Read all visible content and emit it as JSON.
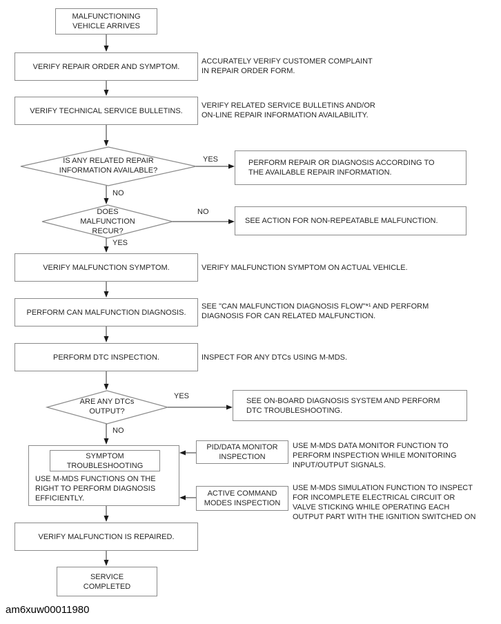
{
  "diagram": {
    "title_hint": "vehicle malfunction diagnosis flowchart",
    "footer_code": "am6xuw00011980",
    "colors": {
      "ink": "#262626",
      "box_border": "#8a8a8a",
      "arrow": "#1c1c1c",
      "background": "#ffffff"
    },
    "nodes": {
      "start": "MALFUNCTIONING\nVEHICLE ARRIVES",
      "verify_order": "VERIFY REPAIR ORDER AND SYMPTOM.",
      "verify_tsb": "VERIFY TECHNICAL SERVICE BULLETINS.",
      "decision_repair_info": "IS ANY RELATED REPAIR\nINFORMATION AVAILABLE?",
      "perform_repair": "PERFORM REPAIR OR DIAGNOSIS ACCORDING TO\nTHE AVAILABLE REPAIR INFORMATION.",
      "decision_recur": "DOES\nMALFUNCTION\nRECUR?",
      "see_action": "SEE ACTION FOR NON-REPEATABLE MALFUNCTION.",
      "verify_symptom": "VERIFY MALFUNCTION SYMPTOM.",
      "can_diagnosis": "PERFORM CAN MALFUNCTION DIAGNOSIS.",
      "dtc_inspection": "PERFORM DTC INSPECTION.",
      "decision_dtcs": "ARE ANY DTCs\nOUTPUT?",
      "obd_troubleshooting": "SEE ON-BOARD DIAGNOSIS SYSTEM AND PERFORM\nDTC TROUBLESHOOTING.",
      "symptom_title": "SYMPTOM\nTROUBLESHOOTING",
      "symptom_body": "USE M-MDS FUNCTIONS ON THE\nRIGHT TO PERFORM DIAGNOSIS\nEFFICIENTLY.",
      "pid_inspection": "PID/DATA MONITOR\nINSPECTION",
      "active_inspection": "ACTIVE COMMAND\nMODES INSPECTION",
      "verify_repaired": "VERIFY MALFUNCTION IS REPAIRED.",
      "service_completed": "SERVICE\nCOMPLETED"
    },
    "edge_labels": {
      "d1_yes": "YES",
      "d1_no": "NO",
      "d2_no": "NO",
      "d2_yes": "YES",
      "d3_yes": "YES",
      "d3_no": "NO"
    },
    "notes": {
      "order": "ACCURATELY VERIFY CUSTOMER COMPLAINT\nIN REPAIR ORDER FORM.",
      "tsb": "VERIFY RELATED SERVICE BULLETINS AND/OR\nON-LINE REPAIR INFORMATION AVAILABILITY.",
      "symptom": "VERIFY MALFUNCTION SYMPTOM ON ACTUAL VEHICLE.",
      "can": "SEE \"CAN MALFUNCTION DIAGNOSIS FLOW\"*¹ AND PERFORM\nDIAGNOSIS FOR CAN RELATED MALFUNCTION.",
      "dtc": "INSPECT FOR ANY DTCs USING M-MDS.",
      "pid": "USE M-MDS DATA MONITOR FUNCTION TO\nPERFORM INSPECTION WHILE MONITORING\nINPUT/OUTPUT SIGNALS.",
      "active": "USE M-MDS SIMULATION FUNCTION TO INSPECT\nFOR INCOMPLETE ELECTRICAL CIRCUIT OR\nVALVE STICKING WHILE OPERATING EACH\nOUTPUT PART WITH THE IGNITION SWITCHED ON"
    }
  }
}
